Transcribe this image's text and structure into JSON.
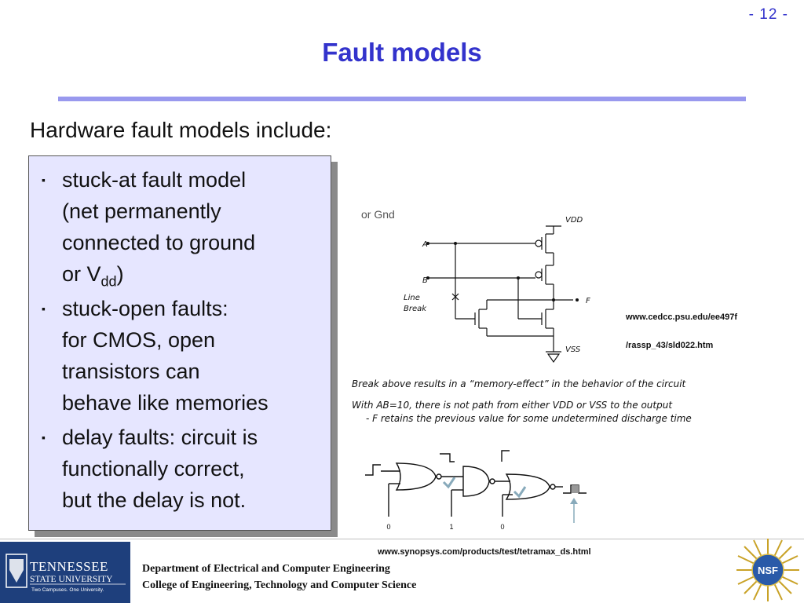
{
  "slide": {
    "page_number": "-  12 -",
    "title": "Fault models",
    "intro": "Hardware fault models include:"
  },
  "bullets": [
    {
      "mark": "▪",
      "lines": [
        "stuck-at fault model",
        "(net permanently",
        "connected to ground"
      ],
      "tail_prefix": "or V",
      "tail_sub": "dd",
      "tail_suffix": ")"
    },
    {
      "mark": "▪",
      "lines": [
        "stuck-open faults:",
        "for CMOS, open",
        "transistors can",
        "behave like memories"
      ]
    },
    {
      "mark": "▪",
      "lines": [
        "delay faults: circuit is",
        "functionally correct,",
        "but the delay is not."
      ]
    }
  ],
  "circuit": {
    "vdd": "VDD",
    "vss": "VSS",
    "input_a": "A",
    "input_b": "B",
    "output_f": "F",
    "line_break_1": "Line",
    "line_break_2": "Break",
    "clipped_text": "or Gnd"
  },
  "notes": {
    "note1": "Break above results in a “memory-effect” in the behavior of the circuit",
    "note2": "With AB=10, there is not path from either VDD or VSS to the output",
    "note3": "- F retains the previous value for some undetermined discharge time"
  },
  "gate_chain": {
    "inputs": [
      "0",
      "1",
      "0"
    ]
  },
  "references": {
    "ref1": "www.cedcc.psu.edu/ee497f",
    "ref2": "/rassp_43/sld022.htm",
    "ref3": "www.synopsys.com/products/test/tetramax_ds.html"
  },
  "footer": {
    "logo_line1": "TENNESSEE",
    "logo_line2": "STATE UNIVERSITY",
    "logo_tagline": "Two Campuses. One University.",
    "dept_line1": "Department of Electrical and Computer Engineering",
    "dept_line2": "College of Engineering, Technology and Computer Science",
    "nsf_logo": "NSF"
  },
  "colors": {
    "accent": "#3333cc",
    "title_rule": "#9999ee",
    "box_bg": "#e6e6ff",
    "logo_bg": "#1e3f7c"
  }
}
